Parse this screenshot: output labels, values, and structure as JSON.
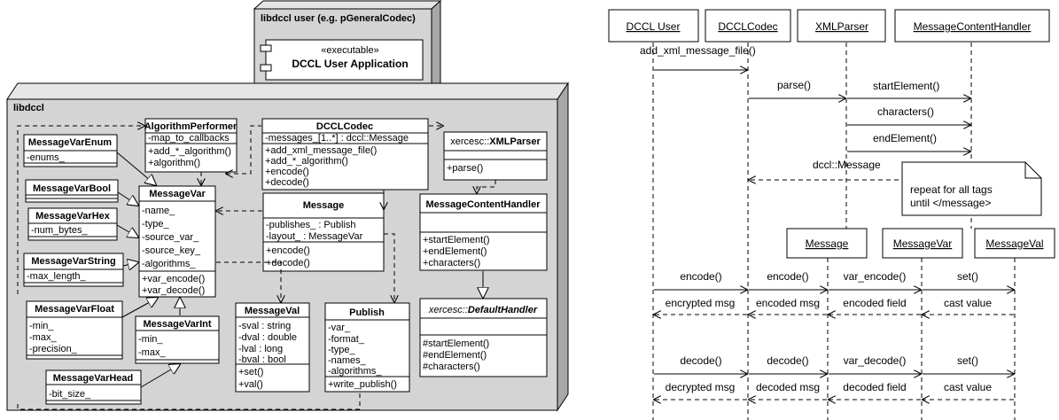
{
  "class_diagram": {
    "user_node": {
      "title": "libdccl user (e.g. pGeneralCodec)",
      "component_stereotype": "«executable»",
      "component_name": "DCCL User Application"
    },
    "libdccl_node": {
      "title": "libdccl"
    },
    "classes": {
      "algorithm_performer": {
        "name": "AlgorithmPerformer",
        "attributes": [
          "-map_to_callbacks"
        ],
        "operations": [
          "+add_*_algorithm()",
          "+algorithm()"
        ]
      },
      "dccl_codec": {
        "name": "DCCLCodec",
        "attributes": [
          "-messages_[1..*] : dccl::Message"
        ],
        "operations": [
          "+add_xml_message_file()",
          "+add_*_algorithm()",
          "+encode()",
          "+decode()"
        ]
      },
      "xml_parser": {
        "prefix": "xercesc::",
        "name": "XMLParser",
        "attributes": [],
        "operations": [
          "+parse()"
        ]
      },
      "message_var_enum": {
        "name": "MessageVarEnum",
        "attributes": [
          "-enums_"
        ]
      },
      "message_var_bool": {
        "name": "MessageVarBool",
        "attributes": []
      },
      "message_var_hex": {
        "name": "MessageVarHex",
        "attributes": [
          "-num_bytes_"
        ]
      },
      "message_var_string": {
        "name": "MessageVarString",
        "attributes": [
          "-max_length_"
        ]
      },
      "message_var_float": {
        "name": "MessageVarFloat",
        "attributes": [
          "-min_",
          "-max_",
          "-precision_"
        ]
      },
      "message_var_int": {
        "name": "MessageVarInt",
        "attributes": [
          "-min_",
          "-max_"
        ]
      },
      "message_var_head": {
        "name": "MessageVarHead",
        "attributes": [
          "-bit_size_"
        ]
      },
      "message_var": {
        "name": "MessageVar",
        "attributes": [
          "-name_",
          "-type_",
          "-source_var_",
          "-source_key_",
          "-algorithms_"
        ],
        "operations": [
          "+var_encode()",
          "+var_decode()"
        ]
      },
      "message": {
        "name": "Message",
        "attributes": [
          "-publishes_ : Publish",
          "-layout_ : MessageVar"
        ],
        "operations": [
          "+encode()",
          "+decode()"
        ]
      },
      "message_content_handler": {
        "name": "MessageContentHandler",
        "attributes": [],
        "operations": [
          "+startElement()",
          "+endElement()",
          "+characters()"
        ]
      },
      "message_val": {
        "name": "MessageVal",
        "attributes": [
          "-sval : string",
          "-dval : double",
          "-lval : long",
          "-bval : bool"
        ],
        "operations": [
          "+set()",
          "+val()"
        ]
      },
      "publish": {
        "name": "Publish",
        "attributes": [
          "-var_",
          "-format_",
          "-type_",
          "-names_",
          "-algorithms_"
        ],
        "operations": [
          "+write_publish()"
        ]
      },
      "default_handler": {
        "prefix": "xercesc::",
        "name": "DefaultHandler",
        "attributes": [],
        "operations": [
          "#startElement()",
          "#endElement()",
          "#characters()"
        ]
      }
    }
  },
  "sequence_diagram": {
    "lifelines": {
      "dccl_user": "DCCL User",
      "dccl_codec": "DCCLCodec",
      "xml_parser": "XMLParser",
      "content_handler": "MessageContentHandler",
      "message": "Message",
      "message_var": "MessageVar",
      "message_val": "MessageVal"
    },
    "messages": {
      "add_xml": "add_xml_message_file()",
      "parse": "parse()",
      "start_element": "startElement()",
      "characters": "characters()",
      "end_element": "endElement()",
      "dccl_message": "dccl::Message",
      "encode_1": "encode()",
      "encode_2": "encode()",
      "var_encode": "var_encode()",
      "set_1": "set()",
      "encrypted_msg": "encrypted msg",
      "encoded_msg": "encoded msg",
      "encoded_field": "encoded field",
      "cast_value_1": "cast value",
      "decode_1": "decode()",
      "decode_2": "decode()",
      "var_decode": "var_decode()",
      "set_2": "set()",
      "decrypted_msg": "decrypted msg",
      "decoded_msg": "decoded msg",
      "decoded_field": "decoded field",
      "cast_value_2": "cast value"
    },
    "note": {
      "line1": "repeat for all tags",
      "line2": "until </message>"
    }
  }
}
